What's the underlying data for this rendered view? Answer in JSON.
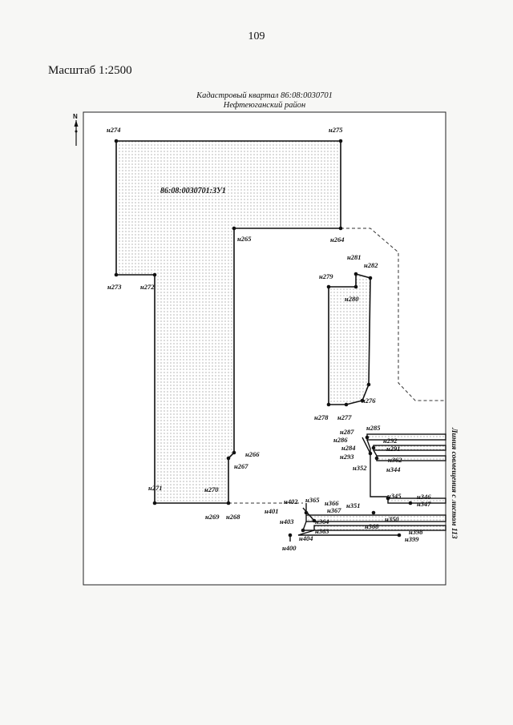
{
  "page_number": "109",
  "scale": "Масштаб 1:2500",
  "header": {
    "quarter": "Кадастровый квартал 86:08:0030701",
    "district": "Нефтеюганский район"
  },
  "parcel_label": "86:08:0030701:ЗУ1",
  "side_note": "Линия совмещения с листом 113",
  "north": "N",
  "points": {
    "n274": "н274",
    "n275": "н275",
    "n265": "н265",
    "n264": "н264",
    "n273": "н273",
    "n272": "н272",
    "n281": "н281",
    "n282": "н282",
    "n279": "н279",
    "n280": "н280",
    "n276": "н276",
    "n278": "н278",
    "n277": "н277",
    "n285": "н285",
    "n287": "н287",
    "n286": "н286",
    "n292": "н292",
    "n284": "н284",
    "n291": "н291",
    "n293": "н293",
    "n362": "н362",
    "n352": "н352",
    "n344": "н344",
    "n266": "н266",
    "n267": "н267",
    "n271": "н271",
    "n270": "н270",
    "n345": "н345",
    "n346": "н346",
    "n347": "н347",
    "n269": "н269",
    "n268": "н268",
    "n402": "н402",
    "n365": "н365",
    "n366": "н366",
    "n351": "н351",
    "n401": "н401",
    "n367": "н367",
    "n403": "н403",
    "n364": "н364",
    "n350": "н350",
    "n368": "н368",
    "n363": "н363",
    "n398": "н398",
    "n404": "н404",
    "n399": "н399",
    "n400": "н400"
  }
}
